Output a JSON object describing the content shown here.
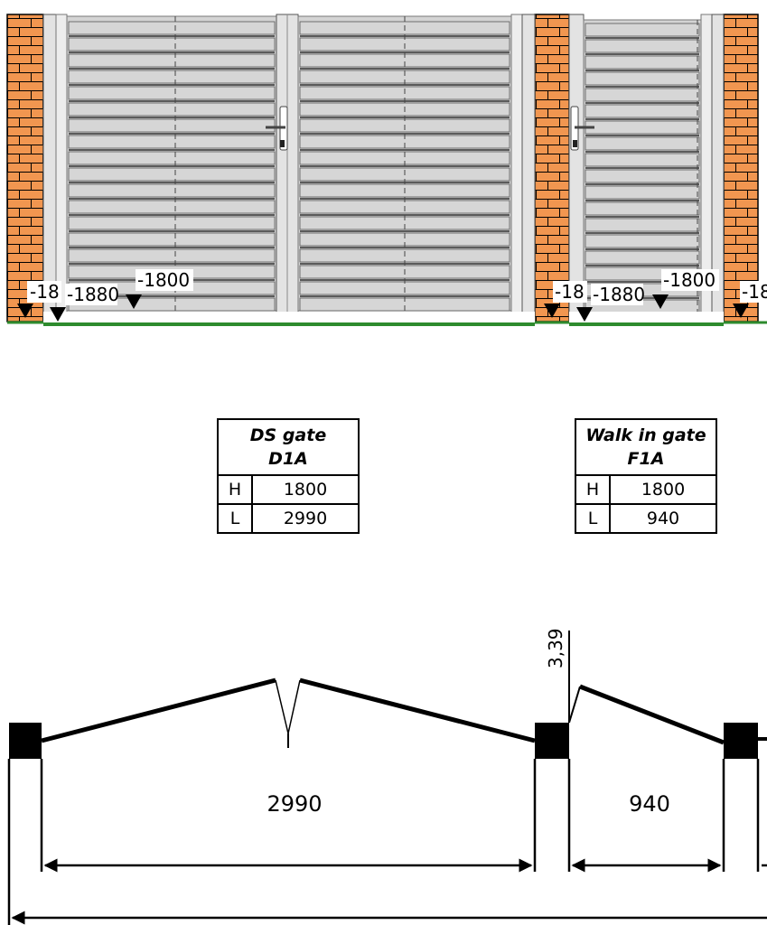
{
  "colors": {
    "brick": "#F19650",
    "mortar": "#000000",
    "panel": "#D4D4D4",
    "frame": "#E3E3E3",
    "ground": "#2E8B2E",
    "post": "#000000"
  },
  "elevation": {
    "labels": [
      {
        "text": "-18"
      },
      {
        "text": "-1880"
      },
      {
        "text": "-1800"
      },
      {
        "text": "-18"
      },
      {
        "text": "-1880"
      },
      {
        "text": "-1800"
      },
      {
        "text": "-18"
      }
    ]
  },
  "tables": [
    {
      "title": "DS gate",
      "code": "D1A",
      "rows": [
        {
          "key": "H",
          "value": "1800"
        },
        {
          "key": "L",
          "value": "2990"
        }
      ]
    },
    {
      "title": "Walk in gate",
      "code": "F1A",
      "rows": [
        {
          "key": "H",
          "value": "1800"
        },
        {
          "key": "L",
          "value": "940"
        }
      ]
    }
  ],
  "plan": {
    "slope_label": "3,39",
    "dimension_1": "2990",
    "dimension_2": "940"
  }
}
